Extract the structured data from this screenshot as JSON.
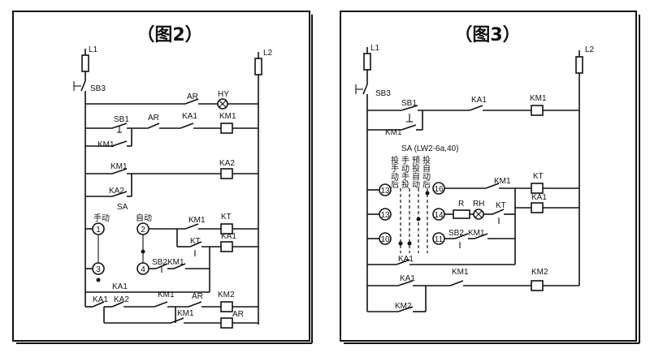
{
  "fig2": {
    "title": "（图2）",
    "L1": "L1",
    "L2": "L2",
    "SB3": "SB3",
    "AR": "AR",
    "HY": "HY",
    "SB1": "SB1",
    "KA1": "KA1",
    "KM1": "KM1",
    "KA2": "KA2",
    "SA": "SA",
    "manual": "手动",
    "auto": "自动",
    "KT": "KT",
    "SB2": "SB2",
    "KM2": "KM2",
    "n1": "1",
    "n2": "2",
    "n3": "3",
    "n4": "4"
  },
  "fig3": {
    "title": "（图3）",
    "L1": "L1",
    "L2": "L2",
    "SB3": "SB3",
    "SB1": "SB1",
    "KA1": "KA1",
    "KM1": "KM1",
    "KT": "KT",
    "SA_label": "SA (LW2-6a,40)",
    "col1": "投手动后",
    "col2": "手动手投",
    "col3": "预投自动",
    "col4": "投自动后",
    "R": "R",
    "RH": "RH",
    "SB2": "SB2",
    "KM2": "KM2",
    "n13": "13",
    "n16": "16",
    "n14": "14",
    "n10": "10",
    "n11": "11"
  }
}
